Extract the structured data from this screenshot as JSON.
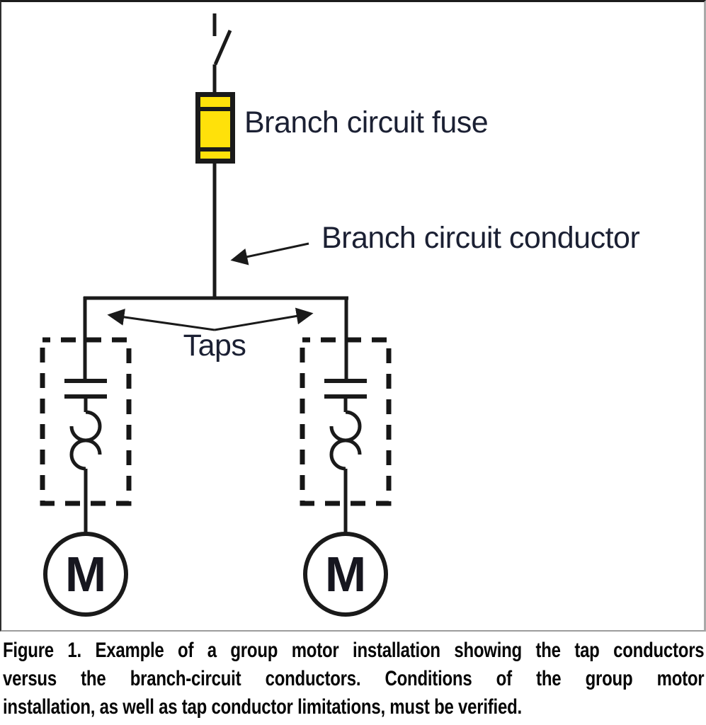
{
  "figure": {
    "labels": {
      "fuse": "Branch circuit fuse",
      "conductor": "Branch circuit conductor",
      "taps": "Taps",
      "motor_left": "M",
      "motor_right": "M"
    },
    "colors": {
      "fuse_fill": "#ffe10a",
      "line": "#1a1a1a",
      "label_text": "#1b2033",
      "caption_text": "#060606"
    }
  },
  "caption": {
    "lines": [
      "Figure 1. Example of a group motor installation showing the tap conductors",
      "versus the branch-circuit conductors. Conditions of the group motor",
      "installation, as well as tap conductor limitations, must be verified."
    ]
  }
}
